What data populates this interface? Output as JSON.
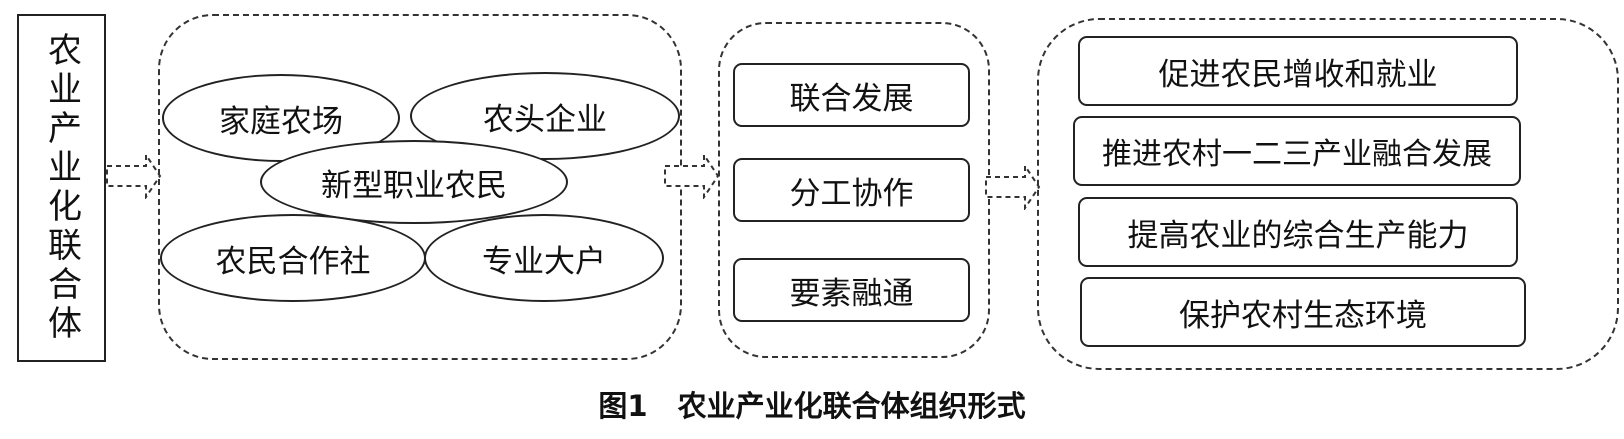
{
  "title_box": "农业产业化联合体",
  "members": [
    "家庭农场",
    "农头企业",
    "新型职业农民",
    "农民合作社",
    "专业大户"
  ],
  "mechanisms": [
    "联合发展",
    "分工协作",
    "要素融通"
  ],
  "outcomes": [
    "促进农民增收和就业",
    "推进农村一二三产业融合发展",
    "提高农业的综合生产能力",
    "保护农村生态环境"
  ],
  "caption": {
    "number": "图1",
    "text": "农业产业化联合体组织形式"
  }
}
